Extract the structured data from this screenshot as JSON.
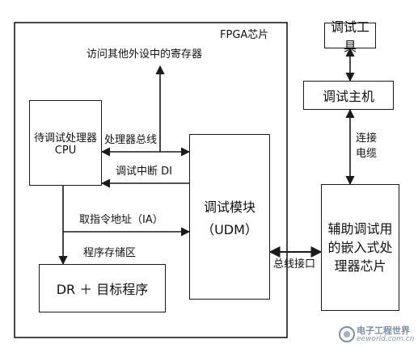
{
  "chip": {
    "label": "FPGA芯片"
  },
  "external_regs": {
    "label": "访问其他外设中的寄存器"
  },
  "cpu": {
    "line1": "待调试处理器",
    "line2": "CPU"
  },
  "udm": {
    "line1": "调试模块",
    "line2": "（UDM）"
  },
  "program_area": {
    "label": "程序存储区"
  },
  "dr_box": {
    "label": "DR ＋ 目标程序"
  },
  "buses": {
    "processor_bus": "处理器总线",
    "debug_interrupt": "调试中断 DI",
    "fetch_address": "取指令地址（IA）",
    "bus_interface": "总线接口"
  },
  "debug_tool": {
    "label": "调试工具"
  },
  "debug_host": {
    "label": "调试主机"
  },
  "cable": {
    "line1": "连接",
    "line2": "电缆"
  },
  "aux_chip": {
    "line1": "辅助调试用",
    "line2": "的嵌入式处",
    "line3": "理器芯片"
  },
  "watermark": {
    "line1": "电子工程世界",
    "line2": "eeworld.com.cn"
  }
}
